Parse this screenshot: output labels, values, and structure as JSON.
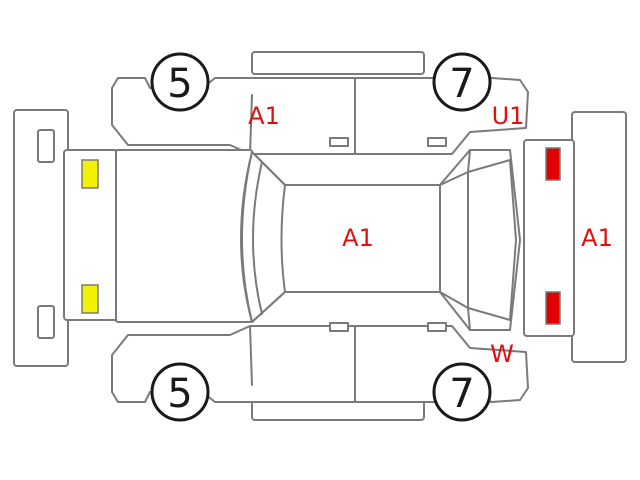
{
  "wheels": {
    "front_left": "5",
    "rear_left": "7",
    "front_right": "5",
    "rear_right": "7"
  },
  "damage_marks": {
    "left_side": "A1",
    "roof": "A1",
    "rear_quarter": "U1",
    "rear_bumper": "A1",
    "rear_right": "W"
  },
  "colors": {
    "headlight": "#f2f200",
    "taillight": "#e00000",
    "mark_text": "#e01010",
    "outline": "#7a7a7a"
  }
}
